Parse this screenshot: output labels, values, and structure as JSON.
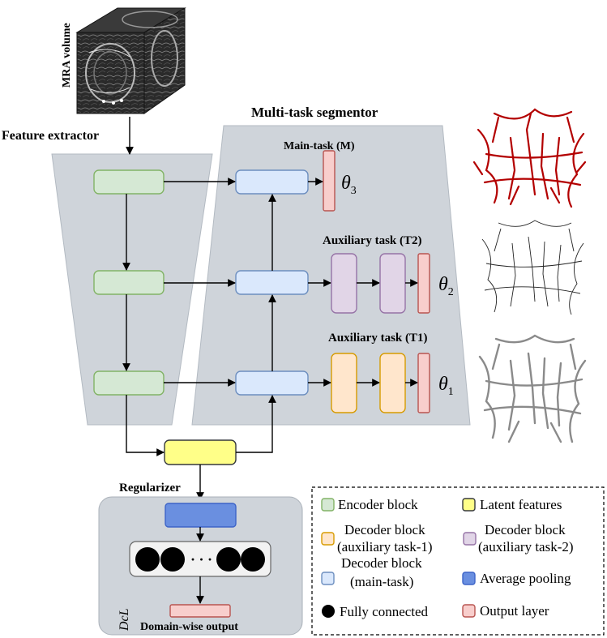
{
  "labels": {
    "mra_volume": "MRA volume",
    "feature_extractor": "Feature extractor",
    "multi_task_segmentor": "Multi-task segmentor",
    "main_task": "Main-task (M)",
    "aux_task_t2": "Auxiliary task (T2)",
    "aux_task_t1": "Auxiliary task (T1)",
    "theta3_base": "θ",
    "theta3_sub": "3",
    "theta2_base": "θ",
    "theta2_sub": "2",
    "theta1_base": "θ",
    "theta1_sub": "1",
    "regularizer": "Regularizer",
    "dcl": "DcL",
    "domain_output": "Domain-wise output",
    "fc_dots": "· · · ·"
  },
  "legend": {
    "encoder": "Encoder block",
    "latent": "Latent features",
    "dec_aux1_l1": "Decoder block",
    "dec_aux1_l2": "(auxiliary task-1)",
    "dec_aux2_l1": "Decoder block",
    "dec_aux2_l2": "(auxiliary task-2)",
    "dec_main_l1": "Decoder block",
    "dec_main_l2": "(main-task)",
    "avg_pool": "Average pooling",
    "fc": "Fully connected",
    "output": "Output layer"
  },
  "colors": {
    "encoder": "#d5e8d4",
    "decoder_main": "#dae8fc",
    "decoder_aux1": "#ffe6cc",
    "decoder_aux2": "#e1d5e7",
    "output": "#f8cecc",
    "latent": "#ffff88",
    "pooling": "#6a8fe0",
    "vessels_main": "#b30000"
  },
  "images": {
    "mra_volume": "mra-volume-cube",
    "vessels_main": "vessel-segmentation-red",
    "vessels_t2": "vessel-centerline-black",
    "vessels_t1": "vessel-surface-gray"
  }
}
